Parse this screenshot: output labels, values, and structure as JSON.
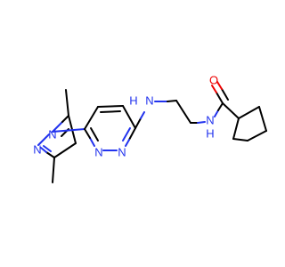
{
  "colors": {
    "carbon": "#000000",
    "nitrogen": "#2233ee",
    "oxygen": "#ee0000",
    "background": "#ffffff"
  },
  "atoms": {
    "n_pz1": "N",
    "n_pz2": "N",
    "n_pd1": "N",
    "n_pd2": "N",
    "n_link1": "N",
    "h_link1": "H",
    "n_link2": "N",
    "h_link2": "H",
    "o_carbonyl": "O"
  }
}
